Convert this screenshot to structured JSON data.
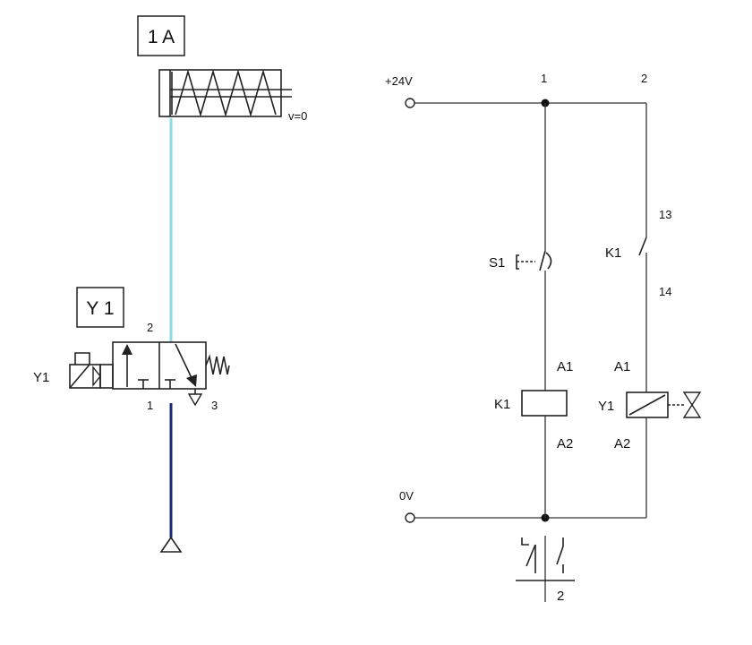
{
  "pneumatic": {
    "cylinder_tag": "1 A",
    "cylinder_speed": "v=0",
    "valve_tag": "Y 1",
    "valve_coil_label": "Y1",
    "port_2": "2",
    "port_1": "1",
    "port_3": "3"
  },
  "electrical": {
    "supply_label": "+24V",
    "ground_label": "0V",
    "path_1": "1",
    "path_2": "2",
    "switch_label": "S1",
    "contact_label": "K1",
    "contact_terminal_top": "13",
    "contact_terminal_bottom": "14",
    "relay_label": "K1",
    "relay_a1": "A1",
    "relay_a2": "A2",
    "solenoid_label": "Y1",
    "solenoid_a1": "A1",
    "solenoid_a2": "A2",
    "crossref_path": "2"
  },
  "colors": {
    "supply_line": "#8fd9e6",
    "exhaust_line": "#1a2a78"
  }
}
